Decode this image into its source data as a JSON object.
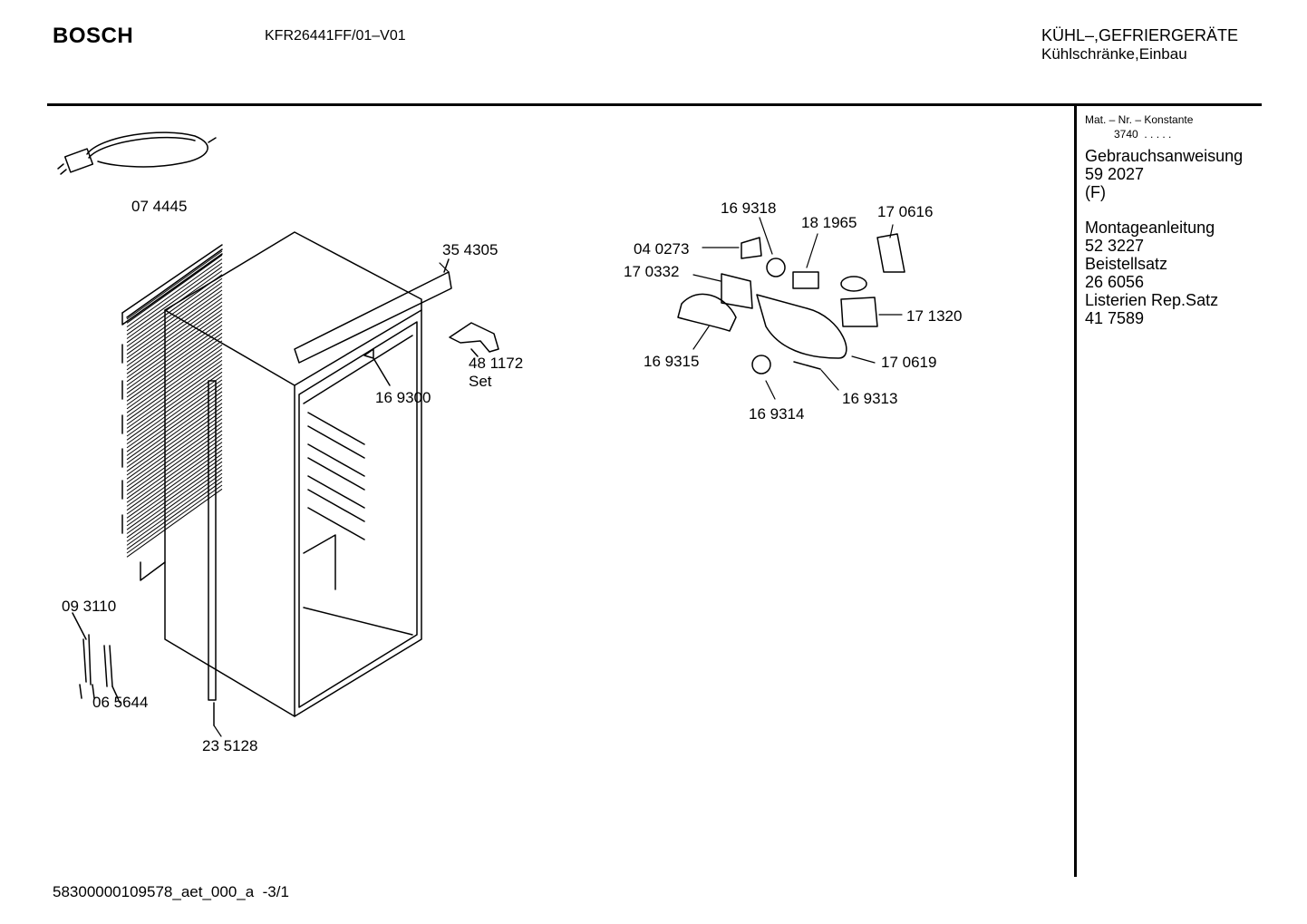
{
  "header": {
    "brand": "BOSCH",
    "model": "KFR26441FF/01–V01",
    "category_line1": "KÜHL–,GEFRIERGERÄTE",
    "category_line2": "Kühlschränke,Einbau"
  },
  "sidebar": {
    "mat_nr_header": "Mat. – Nr. – Konstante",
    "mat_nr_value": "3740",
    "mat_nr_dots": ". . . . .",
    "doc1_title": "Gebrauchsanweisung",
    "doc1_number": "59 2027",
    "doc1_suffix": "(F)",
    "doc2_title": "Montageanleitung",
    "doc2_number": "52 3227",
    "doc3_title": "Beistellsatz",
    "doc3_number": "26 6056",
    "doc4_title": "Listerien Rep.Satz",
    "doc4_number": "41 7589"
  },
  "parts": {
    "power_cord": "07 4445",
    "top_rail": "35 4305",
    "bracket": "48 1172",
    "bracket_set": "Set",
    "sensor_clip": "16 9300",
    "thermo_a": "09 3110",
    "thermo_b": "06 5644",
    "door_strip": "23 5128",
    "lamp_socket": "16 9318",
    "lamp_holder": "18 1965",
    "switch_cover": "17 0616",
    "bulb": "04 0273",
    "shade_plate": "17 0332",
    "thermostat": "17 1320",
    "light_housing": "16 9315",
    "lamp_cover": "17 0619",
    "knob": "16 9314",
    "seal": "16 9313"
  },
  "footer": {
    "doc_id": "58300000109578_aet_000_a",
    "page": "-3/1"
  }
}
